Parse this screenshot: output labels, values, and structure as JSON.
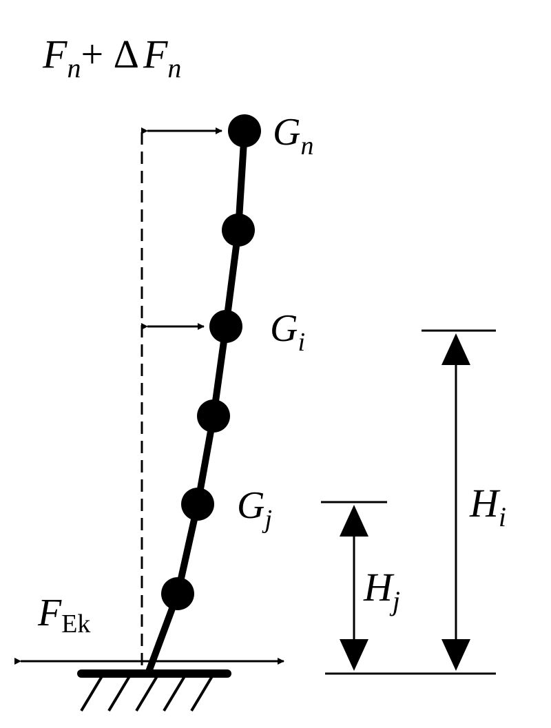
{
  "diagram": {
    "top_force": {
      "F": "F",
      "n": "n",
      "plus_delta": "+ Δ",
      "F2": "F",
      "n2": "n"
    },
    "mass_labels": {
      "gn": {
        "G": "G",
        "sub": "n"
      },
      "gi": {
        "G": "G",
        "sub": "i"
      },
      "gj": {
        "G": "G",
        "sub": "j"
      }
    },
    "base_force": {
      "F": "F",
      "sub": "Ek"
    },
    "heights": {
      "hi": {
        "H": "H",
        "sub": "i"
      },
      "hj": {
        "H": "H",
        "sub": "j"
      }
    },
    "colors": {
      "ink": "#000000",
      "background": "#ffffff"
    }
  }
}
